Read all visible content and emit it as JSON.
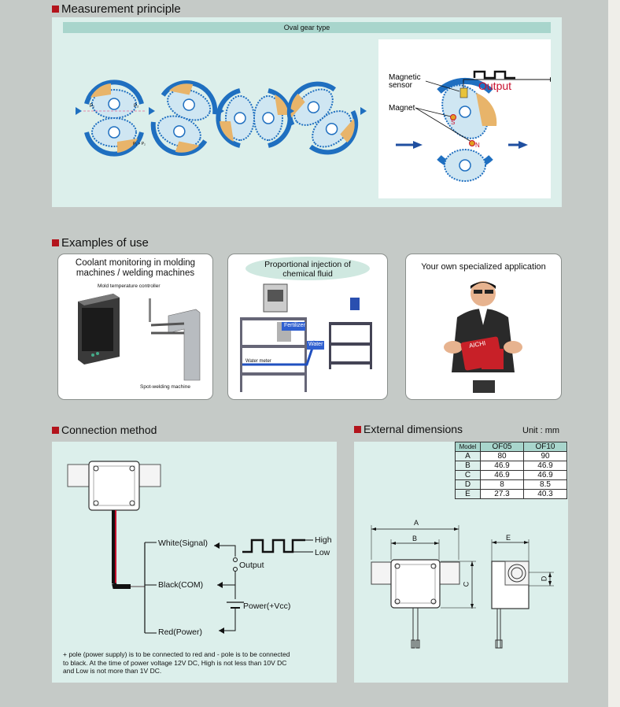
{
  "sections": {
    "measurement": {
      "title": "Measurement principle",
      "banner": "Oval gear type",
      "p1": "P₁",
      "p2": "P₂",
      "p1p2": "P₁ > P₂",
      "magnetic_sensor": "Magnetic\nsensor",
      "magnetic_l1": "Magnetic",
      "magnetic_l2": "sensor",
      "output": "Output",
      "magnet": "Magnet",
      "s": "S",
      "n": "N"
    },
    "examples": {
      "title": "Examples of use",
      "card1": {
        "title_l1": "Coolant monitoring in molding",
        "title_l2": "machines / welding machines",
        "sub1": "Mold temperature controller",
        "sub2": "Spot-welding machine"
      },
      "card2": {
        "title_l1": "Proportional injection of",
        "title_l2": "chemical fluid",
        "fertilizer": "Fertilizer",
        "water": "Water",
        "water_meter": "Water meter"
      },
      "card3": {
        "title": "Your own specialized application",
        "brand": "AICHI"
      }
    },
    "connection": {
      "title": "Connection method",
      "white": "White(Signal)",
      "black": "Black(COM)",
      "red": "Red(Power)",
      "output": "Output",
      "high": "High",
      "low": "Low",
      "power": "Power(+Vcc)",
      "note_l1": "+ pole (power supply) is to be connected to red and - pole is to be connected",
      "note_l2": "to black. At the time of power voltage 12V DC, High is not less than 10V DC",
      "note_l3": "and Low is not more than 1V DC."
    },
    "dimensions": {
      "title": "External dimensions",
      "unit": "Unit : mm",
      "header": [
        "Model",
        "OF05",
        "OF10"
      ],
      "rows": [
        [
          "A",
          "80",
          "90"
        ],
        [
          "B",
          "46.9",
          "46.9"
        ],
        [
          "C",
          "46.9",
          "46.9"
        ],
        [
          "D",
          "8",
          "8.5"
        ],
        [
          "E",
          "27.3",
          "40.3"
        ]
      ],
      "dim_a": "A",
      "dim_b": "B",
      "dim_c": "C",
      "dim_d": "D",
      "dim_e": "E"
    }
  }
}
